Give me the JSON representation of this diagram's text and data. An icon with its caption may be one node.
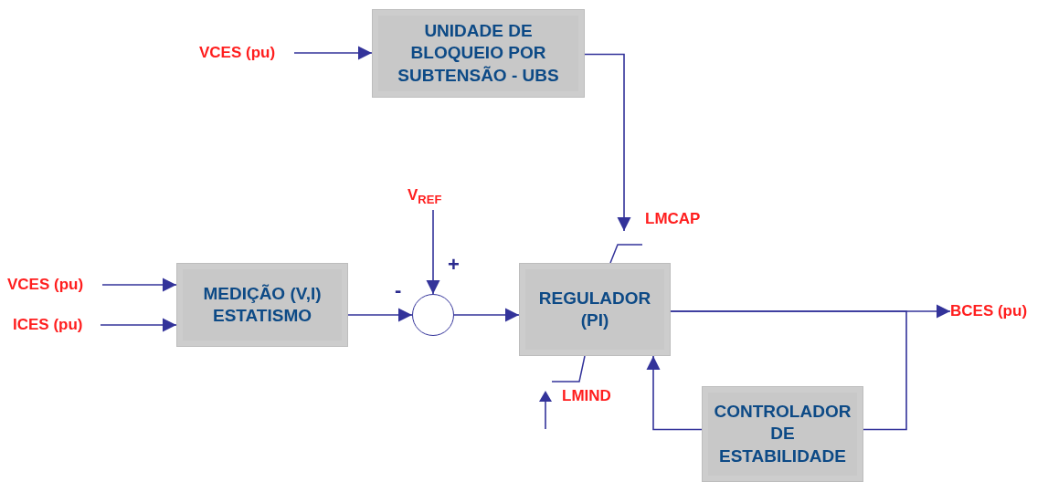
{
  "diagram": {
    "nodes": [
      {
        "text": [
          "VCES (pu)"
        ]
      },
      {
        "text": [
          "UNIDADE DE BLOQUEIO POR SUBTENSÃO - UBS"
        ]
      },
      {
        "text": [
          "V$_{REF}$"
        ]
      },
      {
        "text": [
          "VCES (pu)"
        ]
      },
      {
        "text": [
          "ICES (pu)"
        ]
      },
      {
        "text": [
          "MEDIÇÃO (V,I) ESTATISMO"
        ]
      },
      {
        "text": [],
        "shape": "circle"
      },
      {
        "text": [
          "REGULADOR (PI)"
        ]
      },
      {
        "text": [
          "LMCAP"
        ]
      },
      {
        "text": [
          "LMIND"
        ]
      },
      {
        "text": [
          "BCES (pu)"
        ]
      },
      {
        "text": [
          "CONTROLADOR DE ESTABILIDADE"
        ]
      }
    ],
    "edges": [
      {
        "from": 0,
        "to": 1,
        "arrow": "to"
      },
      {
        "from": 1,
        "to": 7,
        "arrow": "to"
      },
      {
        "from": 2,
        "to": 6,
        "arrow": "to"
      },
      {
        "from": 3,
        "to": 5,
        "arrow": "to"
      },
      {
        "from": 4,
        "to": 5,
        "arrow": "to"
      },
      {
        "from": 5,
        "to": 6,
        "arrow": "to"
      },
      {
        "from": 6,
        "to": 7,
        "arrow": "to"
      },
      {
        "from": 7,
        "to": 10,
        "arrow": "to"
      },
      {
        "from": 7,
        "to": 11,
        "arrow": "none"
      },
      {
        "from": 11,
        "to": 7,
        "arrow": "to"
      }
    ],
    "labels": [
      "+",
      "-"
    ]
  }
}
